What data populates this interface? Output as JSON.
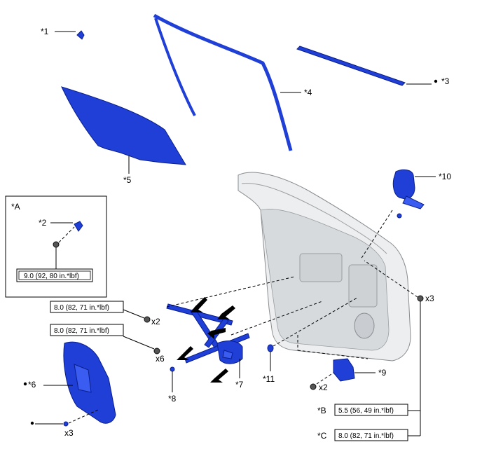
{
  "callouts": {
    "c1": "*1",
    "c2": "*2",
    "c3": "*3",
    "c4": "*4",
    "c5": "*5",
    "c6": "*6",
    "c7": "*7",
    "c8": "*8",
    "c9": "*9",
    "c10": "*10",
    "c11": "*11",
    "detail_a": "*A",
    "callout_b": "*B",
    "callout_c": "*C"
  },
  "torque": {
    "detail_a": "9.0 (92, 80 in.*lbf)",
    "regulator_upper": "8.0 (82, 71 in.*lbf)",
    "regulator_lower": "8.0 (82, 71 in.*lbf)",
    "b": "5.5 (56, 49 in.*lbf)",
    "c": "8.0 (82, 71 in.*lbf)"
  },
  "quantities": {
    "q_x2_upper": "x2",
    "q_x6": "x6",
    "q_x3_right": "x3",
    "q_x2_lower": "x2",
    "q_x3_left": "x3"
  },
  "colors": {
    "part_blue": "#1f3fd6",
    "door_gray": "#eceeef"
  }
}
